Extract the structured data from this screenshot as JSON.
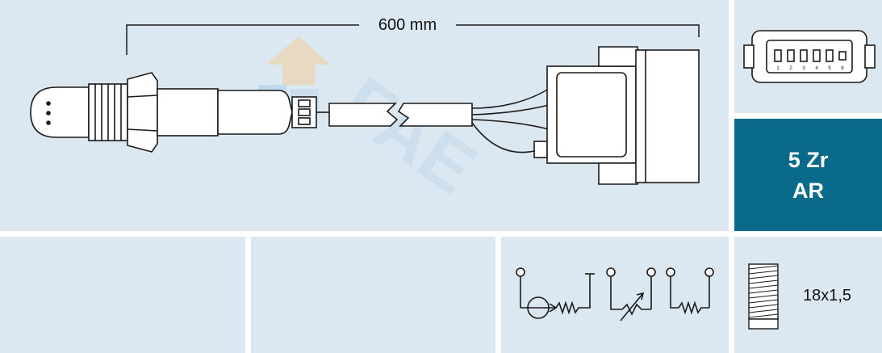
{
  "dimension": {
    "length_label": "600 mm"
  },
  "badge": {
    "line1": "5 Zr",
    "line2": "AR"
  },
  "thread": {
    "label": "18x1,5"
  },
  "connector": {
    "pin_numbers": [
      "1",
      "2",
      "3",
      "4",
      "5",
      "6"
    ]
  },
  "watermark": {
    "text": "FAE"
  },
  "colors": {
    "panel": "#dce8f1",
    "accent": "#0a6a8c",
    "line": "#1a1a1a"
  }
}
